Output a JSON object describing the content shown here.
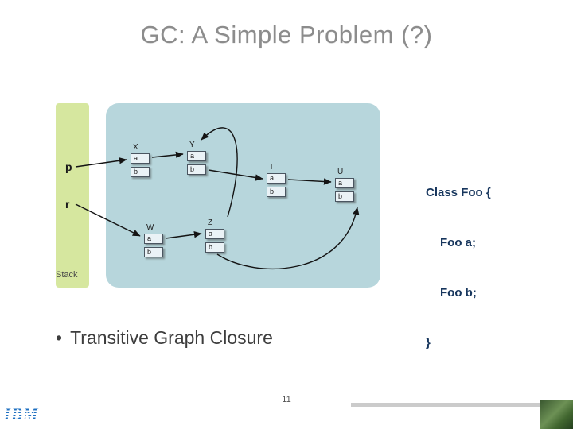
{
  "slide": {
    "title": "GC: A Simple Problem (?)",
    "page_number": "11",
    "footer_logo": "IBM"
  },
  "bullet": {
    "marker": "•",
    "text": "Transitive Graph Closure"
  },
  "diagram": {
    "stack_label": "Stack",
    "pointers": [
      {
        "label": "p"
      },
      {
        "label": "r"
      }
    ],
    "nodes": [
      {
        "id": "X",
        "fields": [
          "a",
          "b"
        ]
      },
      {
        "id": "Y",
        "fields": [
          "a",
          "b"
        ]
      },
      {
        "id": "T",
        "fields": [
          "a",
          "b"
        ]
      },
      {
        "id": "U",
        "fields": [
          "a",
          "b"
        ]
      },
      {
        "id": "W",
        "fields": [
          "a",
          "b"
        ]
      },
      {
        "id": "Z",
        "fields": [
          "a",
          "b"
        ]
      }
    ],
    "edges": [
      "p → X",
      "r → W",
      "X → Y",
      "Y → T",
      "T → U",
      "Z → Y",
      "W → Z",
      "Z → U"
    ]
  },
  "code": {
    "lines": [
      "Class Foo {",
      "Foo a;",
      "Foo b;",
      "}"
    ]
  },
  "colors": {
    "stack_fill": "#d6e79f",
    "heap_fill": "#b7d6dc",
    "code_text": "#17365d",
    "title_text": "#8c8c8c",
    "logo_blue": "#1f70c1"
  }
}
